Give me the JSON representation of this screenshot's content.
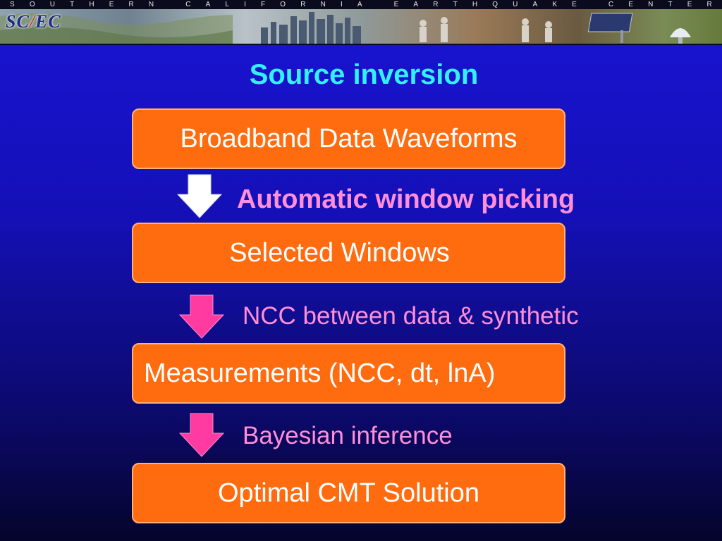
{
  "banner": {
    "letters": [
      "S",
      "O",
      "U",
      "T",
      "H",
      "E",
      "R",
      "N",
      " ",
      "C",
      "A",
      "L",
      "I",
      "F",
      "O",
      "R",
      "N",
      "I",
      "A",
      " ",
      "E",
      "A",
      "R",
      "T",
      "H",
      "Q",
      "U",
      "A",
      "K",
      "E",
      " ",
      "C",
      "E",
      "N",
      "T",
      "E",
      "R"
    ],
    "logo": {
      "part1": "SC",
      "part2": "EC"
    }
  },
  "title": "Source inversion",
  "steps": [
    {
      "box": "Broadband Data Waveforms"
    },
    {
      "box": "Selected Windows"
    },
    {
      "box": "Measurements (NCC, dt, lnA)"
    },
    {
      "box": "Optimal CMT Solution"
    }
  ],
  "transitions": [
    {
      "label": "Automatic window picking",
      "arrow": "white-down-arrow-icon"
    },
    {
      "label": "NCC between data & synthetic",
      "arrow": "pink-down-arrow-icon"
    },
    {
      "label": "Bayesian inference",
      "arrow": "pink-down-arrow-icon"
    }
  ],
  "colors": {
    "background_top": "#1a14d4",
    "background_bottom": "#05042c",
    "title": "#33f0ff",
    "box_fill": "#ff6b0f",
    "box_border": "#ffb37a",
    "label": "#ff8ed6",
    "arrow_white": "#ffffff",
    "arrow_pink": "#ff3aa0"
  }
}
